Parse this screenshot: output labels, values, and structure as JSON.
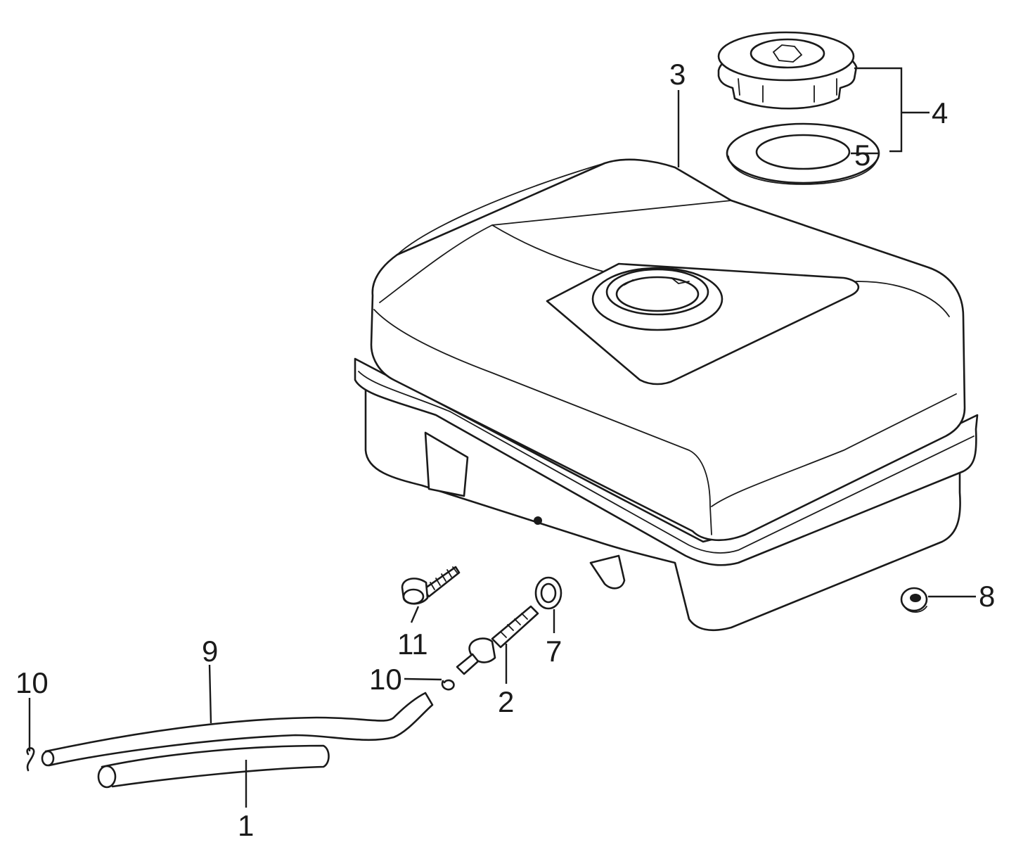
{
  "callouts": {
    "p1": "1",
    "p2": "2",
    "p3": "3",
    "p4": "4",
    "p5": "5",
    "p7": "7",
    "p8": "8",
    "p9": "9",
    "p10_left": "10",
    "p10_mid": "10",
    "p11": "11"
  },
  "colors": {
    "line": "#1a1a1a",
    "background": "#ffffff"
  }
}
